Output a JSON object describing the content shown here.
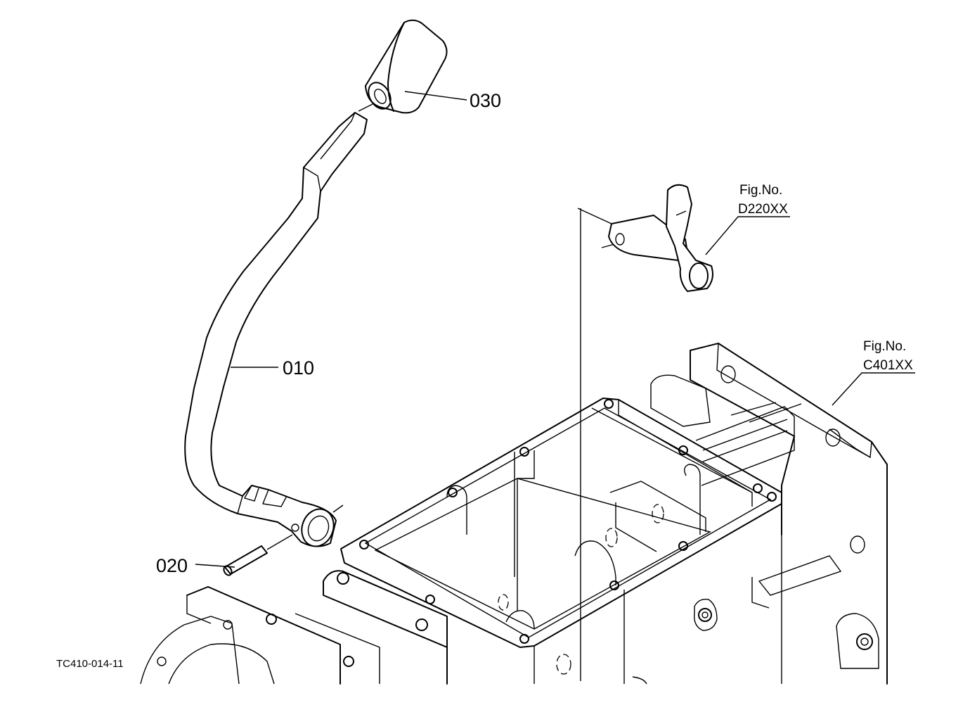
{
  "parts": {
    "lever": {
      "number": "010"
    },
    "pin": {
      "number": "020"
    },
    "knob": {
      "number": "030"
    }
  },
  "references": {
    "shift_arm": {
      "label": "Fig.No.",
      "number": "D220XX"
    },
    "transmission_case": {
      "label": "Fig.No.",
      "number": "C401XX"
    }
  },
  "drawing_code": "TC410-014-11"
}
